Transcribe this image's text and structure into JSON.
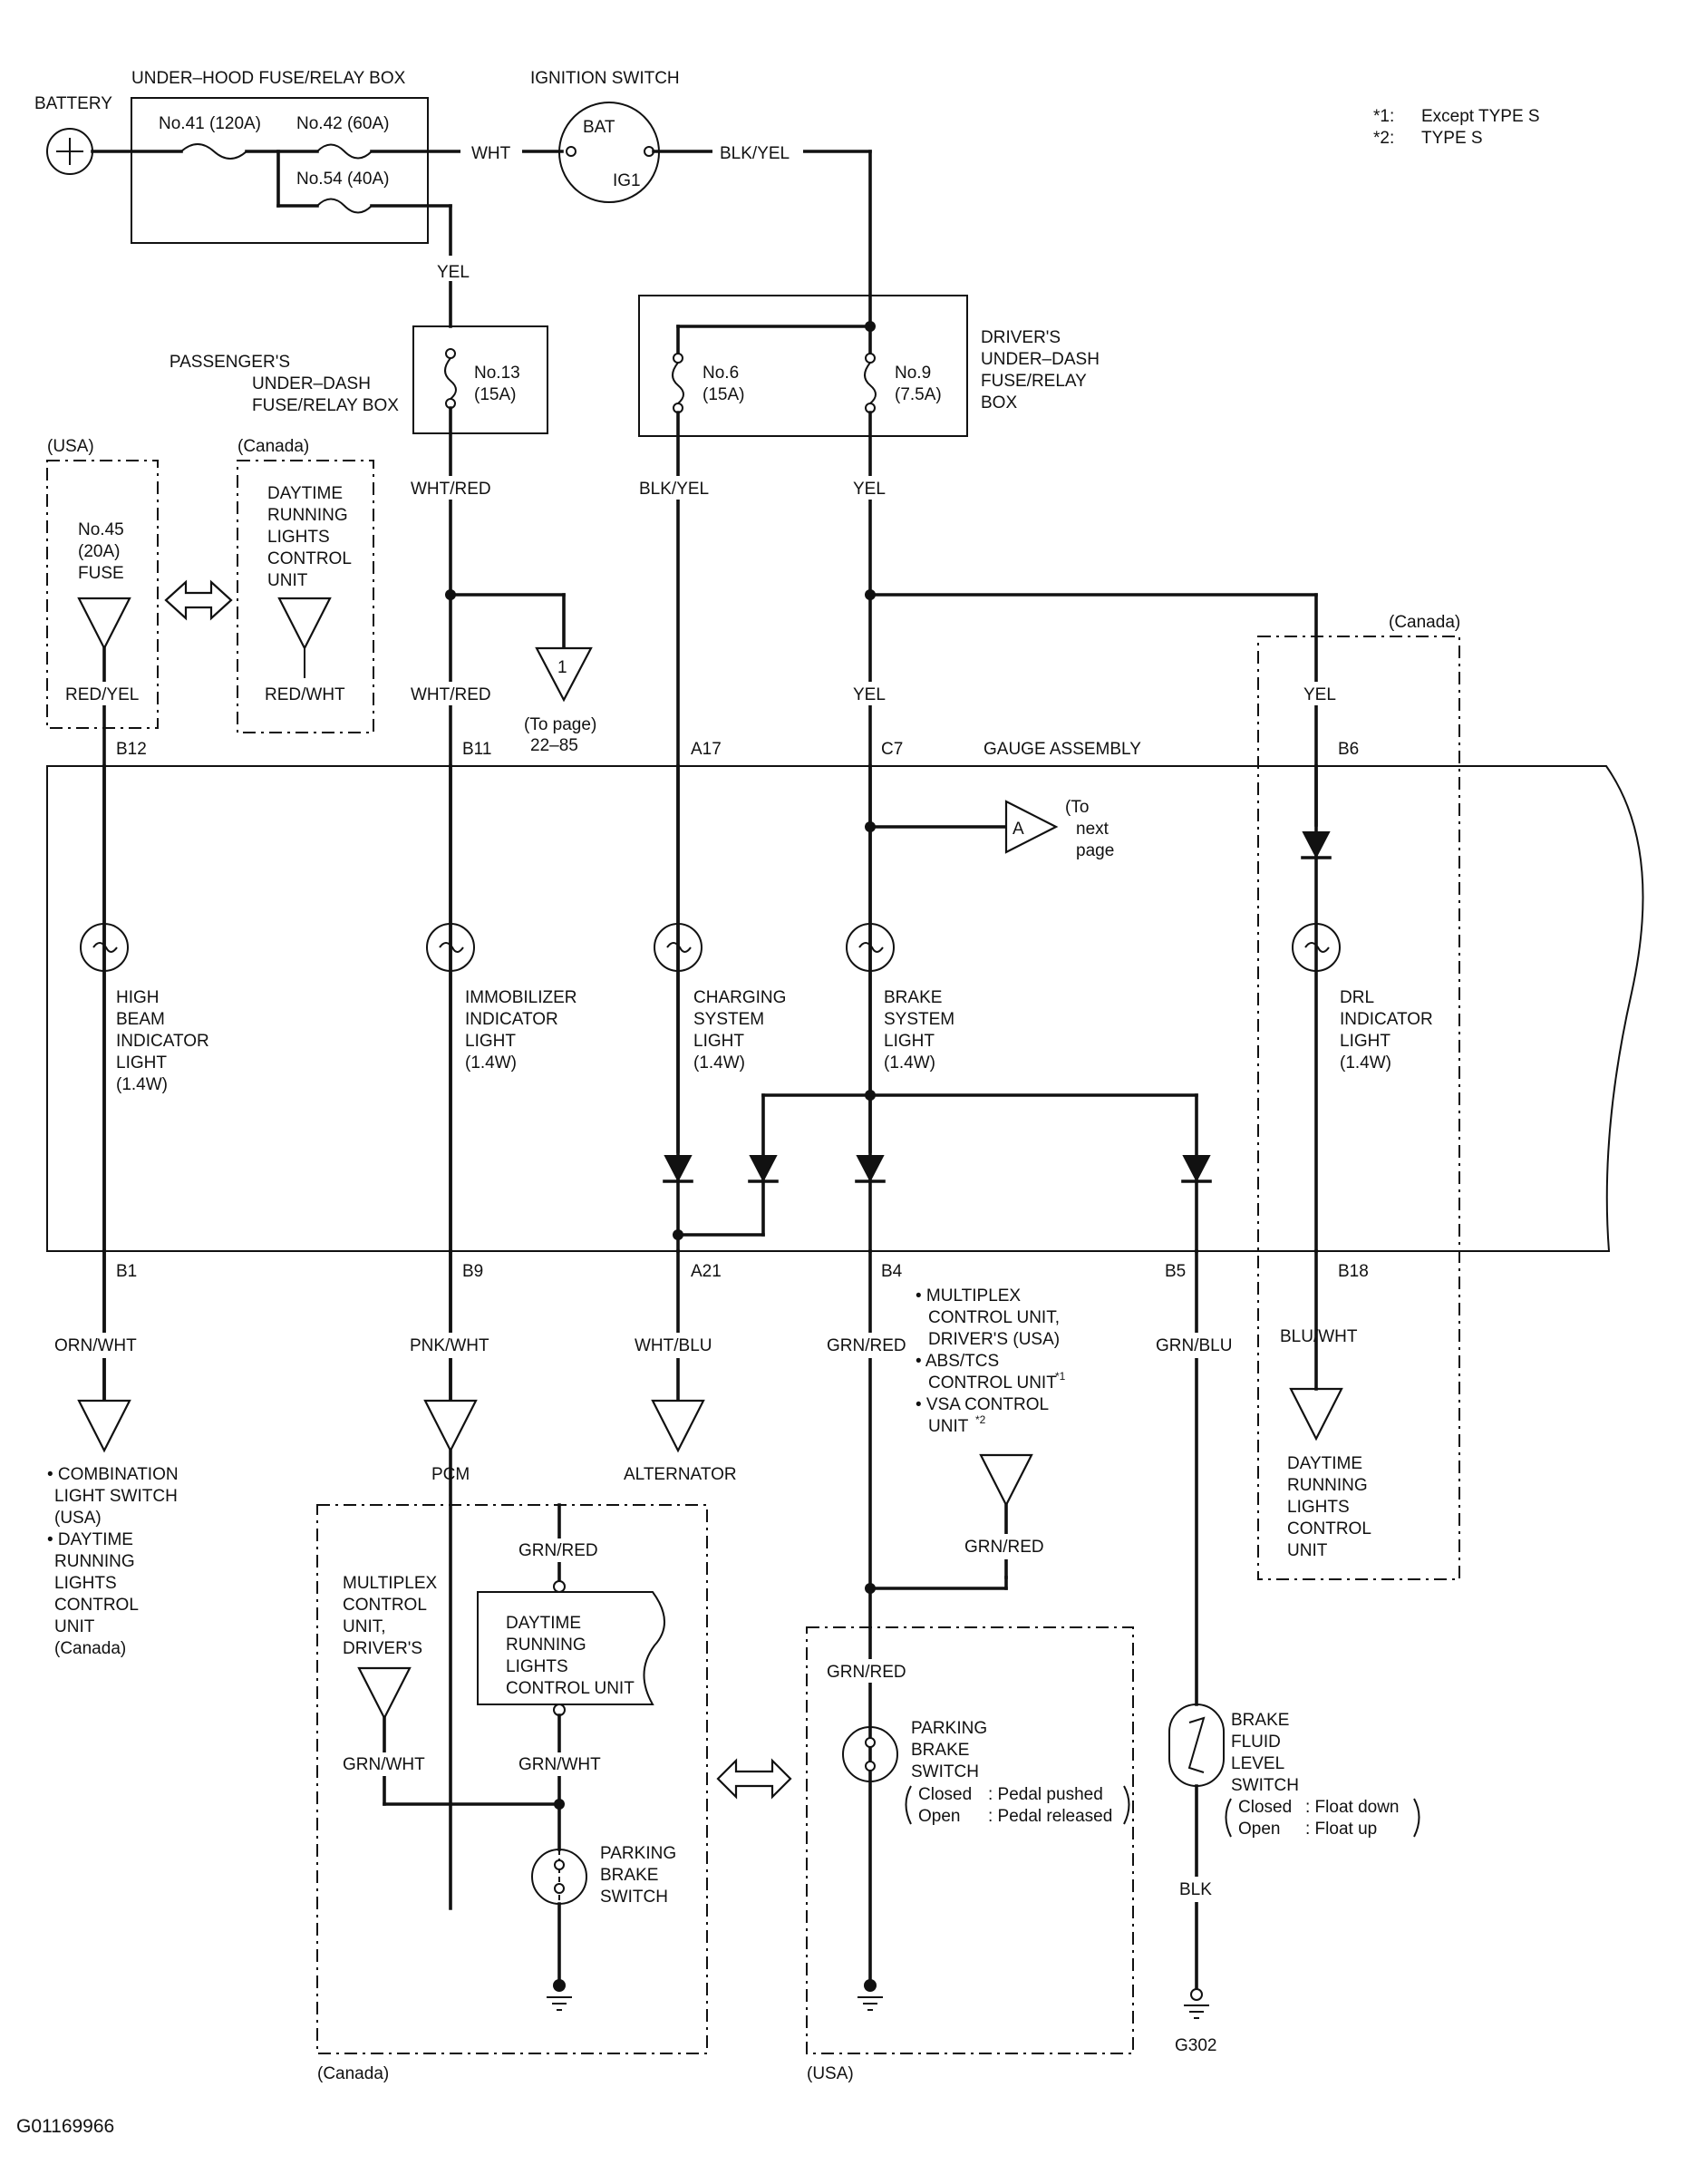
{
  "notes": {
    "note1_mark": "*1:",
    "note1_text": "Except TYPE S",
    "note2_mark": "*2:",
    "note2_text": "TYPE S"
  },
  "top": {
    "battery": "BATTERY",
    "underhood_box": "UNDER–HOOD FUSE/RELAY BOX",
    "fuse41": "No.41 (120A)",
    "fuse42": "No.42 (60A)",
    "fuse54": "No.54 (40A)",
    "wire_wht": "WHT",
    "ignition_switch": "IGNITION SWITCH",
    "bat": "BAT",
    "ig1": "IG1",
    "wire_blkyel": "BLK/YEL",
    "wire_yel": "YEL"
  },
  "passenger_box": {
    "label1": "PASSENGER'S",
    "label2": "UNDER–DASH",
    "label3": "FUSE/RELAY BOX",
    "fuse_no": "No.13",
    "fuse_amp": "(15A)"
  },
  "driver_box": {
    "label1": "DRIVER'S",
    "label2": "UNDER–DASH",
    "label3": "FUSE/RELAY",
    "label4": "BOX",
    "fuse6_no": "No.6",
    "fuse6_amp": "(15A)",
    "fuse9_no": "No.9",
    "fuse9_amp": "(7.5A)"
  },
  "usa_box": {
    "region": "(USA)",
    "line1": "No.45",
    "line2": "(20A)",
    "line3": "FUSE",
    "wire": "RED/YEL"
  },
  "canada_drl_box": {
    "region": "(Canada)",
    "line1": "DAYTIME",
    "line2": "RUNNING",
    "line3": "LIGHTS",
    "line4": "CONTROL",
    "line5": "UNIT",
    "wire": "RED/WHT"
  },
  "mid_wires": {
    "whtred1": "WHT/RED",
    "whtred2": "WHT/RED",
    "blkyel": "BLK/YEL",
    "yel1": "YEL",
    "yel2": "YEL",
    "ref1": "1",
    "to_page1": "(To page)",
    "to_page2": "22–85"
  },
  "canada_right": {
    "region": "(Canada)",
    "wire_top": "YEL",
    "wire_bottom": "BLU/WHT",
    "line1": "DAYTIME",
    "line2": "RUNNING",
    "line3": "LIGHTS",
    "line4": "CONTROL",
    "line5": "UNIT"
  },
  "gauge": {
    "title": "GAUGE ASSEMBLY",
    "pin_b12": "B12",
    "pin_b11": "B11",
    "pin_a17": "A17",
    "pin_c7": "C7",
    "pin_b6": "B6",
    "pin_b1": "B1",
    "pin_b9": "B9",
    "pin_a21": "A21",
    "pin_b4": "B4",
    "pin_b5": "B5",
    "pin_b18": "B18",
    "ref_a": "A",
    "next1": "(To",
    "next2": "next",
    "next3": "page",
    "lights": [
      {
        "l1": "HIGH",
        "l2": "BEAM",
        "l3": "INDICATOR",
        "l4": "LIGHT",
        "l5": "(1.4W)"
      },
      {
        "l1": "IMMOBILIZER",
        "l2": "INDICATOR",
        "l3": "LIGHT",
        "l4": "(1.4W)"
      },
      {
        "l1": "CHARGING",
        "l2": "SYSTEM",
        "l3": "LIGHT",
        "l4": "(1.4W)"
      },
      {
        "l1": "BRAKE",
        "l2": "SYSTEM",
        "l3": "LIGHT",
        "l4": "(1.4W)"
      },
      {
        "l1": "DRL",
        "l2": "INDICATOR",
        "l3": "LIGHT",
        "l4": "(1.4W)"
      }
    ]
  },
  "bottom": {
    "wire_ornwht": "ORN/WHT",
    "wire_pnkwht": "PNK/WHT",
    "wire_whtblu": "WHT/BLU",
    "wire_grnred": "GRN/RED",
    "wire_grnblu": "GRN/BLU",
    "combo1": "• COMBINATION",
    "combo2": "LIGHT SWITCH",
    "combo3": "(USA)",
    "combo4": "• DAYTIME",
    "combo5": "RUNNING",
    "combo6": "LIGHTS",
    "combo7": "CONTROL",
    "combo8": "UNIT",
    "combo9": "(Canada)",
    "pcm": "PCM",
    "alternator": "ALTERNATOR",
    "mpx1": "• MULTIPLEX",
    "mpx2": "CONTROL UNIT,",
    "mpx3": "DRIVER'S (USA)",
    "mpx4": "• ABS/TCS",
    "mpx5": "CONTROL UNIT",
    "mpx5_sup": "*1",
    "mpx6": "• VSA CONTROL",
    "mpx7": "UNIT",
    "mpx7_sup": "*2",
    "grnred_b": "GRN/RED"
  },
  "canada_bottom": {
    "region": "(Canada)",
    "grnred": "GRN/RED",
    "drl1": "DAYTIME",
    "drl2": "RUNNING",
    "drl3": "LIGHTS",
    "drl4": "CONTROL UNIT",
    "mpx1": "MULTIPLEX",
    "mpx2": "CONTROL",
    "mpx3": "UNIT,",
    "mpx4": "DRIVER'S",
    "grnwht1": "GRN/WHT",
    "grnwht2": "GRN/WHT",
    "pbs1": "PARKING",
    "pbs2": "BRAKE",
    "pbs3": "SWITCH"
  },
  "usa_bottom": {
    "region": "(USA)",
    "grnred": "GRN/RED",
    "pbs1": "PARKING",
    "pbs2": "BRAKE",
    "pbs3": "SWITCH",
    "closed": "Closed",
    "closed_val": ": Pedal pushed",
    "open": "Open",
    "open_val": ": Pedal released"
  },
  "brake_fluid": {
    "l1": "BRAKE",
    "l2": "FLUID",
    "l3": "LEVEL",
    "l4": "SWITCH",
    "closed": "Closed",
    "closed_val": ": Float down",
    "open": "Open",
    "open_val": ": Float up",
    "wire": "BLK",
    "ground": "G302"
  },
  "figure_id": "G01169966"
}
